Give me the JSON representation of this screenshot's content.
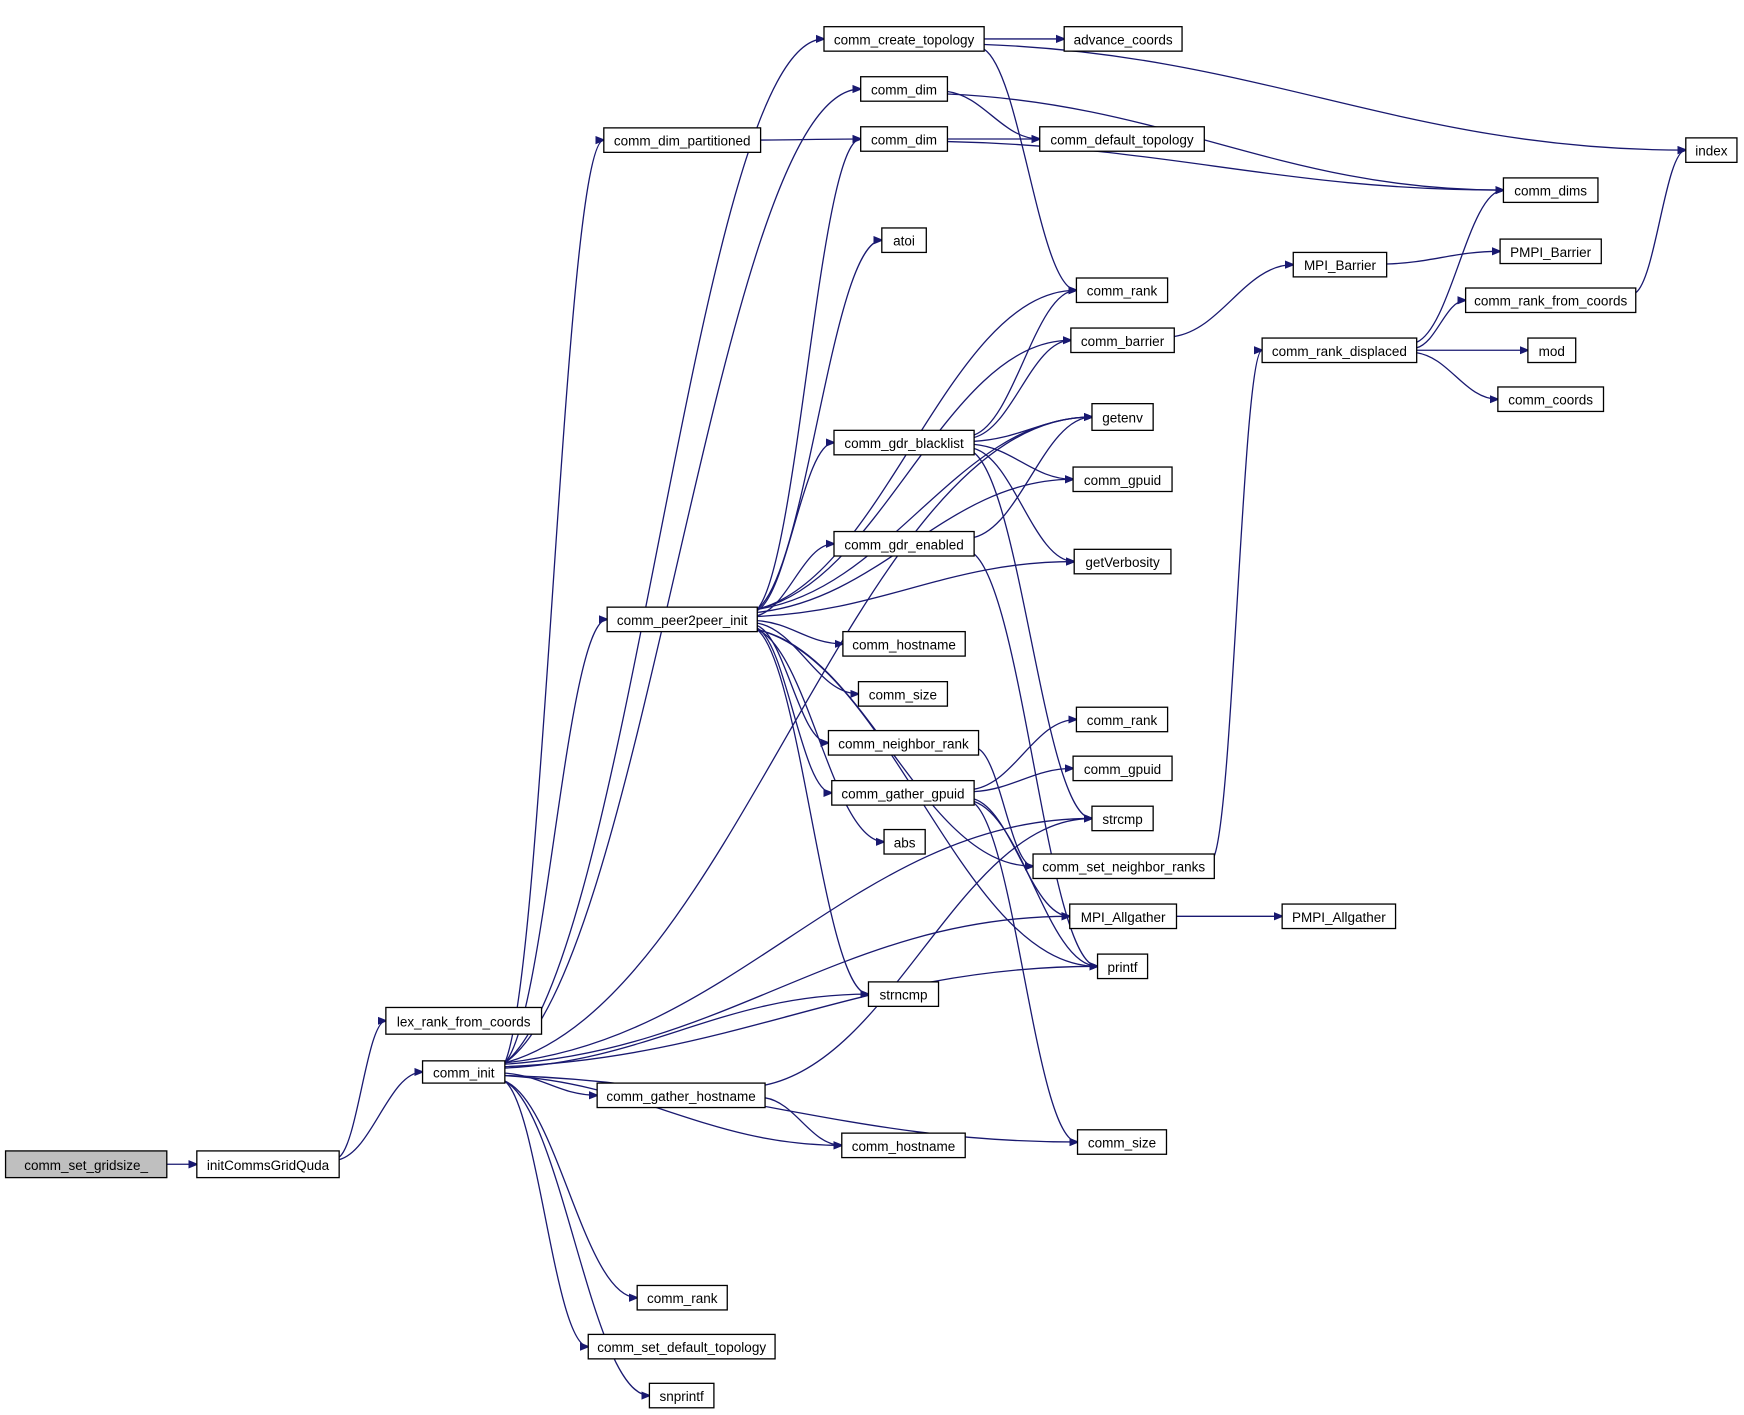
{
  "diagram": {
    "type": "call-graph",
    "root": "comm_set_gridsize_",
    "colors": {
      "edge": "#191970",
      "root_fill": "#bfbfbf",
      "node_fill": "#ffffff",
      "border": "#000000"
    },
    "nodes": [
      {
        "id": "n0",
        "label": "comm_set_gridsize_"
      },
      {
        "id": "n1",
        "label": "initCommsGridQuda"
      },
      {
        "id": "n2",
        "label": "lex_rank_from_coords"
      },
      {
        "id": "n3",
        "label": "comm_init"
      },
      {
        "id": "n4",
        "label": "comm_create_topology"
      },
      {
        "id": "n5",
        "label": "advance_coords"
      },
      {
        "id": "n6",
        "label": "index"
      },
      {
        "id": "n7",
        "label": "comm_dim"
      },
      {
        "id": "n8",
        "label": "comm_dim_partitioned"
      },
      {
        "id": "n9",
        "label": "comm_dim"
      },
      {
        "id": "n10",
        "label": "comm_default_topology"
      },
      {
        "id": "n11",
        "label": "comm_dims"
      },
      {
        "id": "n12",
        "label": "atoi"
      },
      {
        "id": "n13",
        "label": "comm_rank"
      },
      {
        "id": "n14",
        "label": "comm_barrier"
      },
      {
        "id": "n15",
        "label": "MPI_Barrier"
      },
      {
        "id": "n16",
        "label": "PMPI_Barrier"
      },
      {
        "id": "n17",
        "label": "comm_rank_from_coords"
      },
      {
        "id": "n18",
        "label": "comm_rank_displaced"
      },
      {
        "id": "n19",
        "label": "mod"
      },
      {
        "id": "n20",
        "label": "comm_coords"
      },
      {
        "id": "n21",
        "label": "getenv"
      },
      {
        "id": "n22",
        "label": "comm_gdr_blacklist"
      },
      {
        "id": "n23",
        "label": "comm_gpuid"
      },
      {
        "id": "n24",
        "label": "comm_gdr_enabled"
      },
      {
        "id": "n25",
        "label": "getVerbosity"
      },
      {
        "id": "n26",
        "label": "comm_peer2peer_init"
      },
      {
        "id": "n27",
        "label": "comm_hostname"
      },
      {
        "id": "n28",
        "label": "comm_size"
      },
      {
        "id": "n29",
        "label": "comm_neighbor_rank"
      },
      {
        "id": "n30",
        "label": "comm_rank"
      },
      {
        "id": "n31",
        "label": "comm_gather_gpuid"
      },
      {
        "id": "n32",
        "label": "comm_gpuid"
      },
      {
        "id": "n33",
        "label": "strcmp"
      },
      {
        "id": "n34",
        "label": "abs"
      },
      {
        "id": "n35",
        "label": "comm_set_neighbor_ranks"
      },
      {
        "id": "n36",
        "label": "MPI_Allgather"
      },
      {
        "id": "n37",
        "label": "PMPI_Allgather"
      },
      {
        "id": "n38",
        "label": "printf"
      },
      {
        "id": "n39",
        "label": "strncmp"
      },
      {
        "id": "n40",
        "label": "comm_gather_hostname"
      },
      {
        "id": "n41",
        "label": "comm_hostname"
      },
      {
        "id": "n42",
        "label": "comm_size"
      },
      {
        "id": "n43",
        "label": "comm_rank"
      },
      {
        "id": "n44",
        "label": "comm_set_default_topology"
      },
      {
        "id": "n45",
        "label": "snprintf"
      }
    ],
    "edges": [
      [
        "n0",
        "n1"
      ],
      [
        "n1",
        "n2"
      ],
      [
        "n1",
        "n3"
      ],
      [
        "n3",
        "n4"
      ],
      [
        "n3",
        "n7"
      ],
      [
        "n3",
        "n8"
      ],
      [
        "n3",
        "n21"
      ],
      [
        "n3",
        "n26"
      ],
      [
        "n3",
        "n39"
      ],
      [
        "n3",
        "n33"
      ],
      [
        "n3",
        "n40"
      ],
      [
        "n3",
        "n41"
      ],
      [
        "n3",
        "n38"
      ],
      [
        "n3",
        "n42"
      ],
      [
        "n3",
        "n43"
      ],
      [
        "n3",
        "n44"
      ],
      [
        "n3",
        "n45"
      ],
      [
        "n3",
        "n36"
      ],
      [
        "n4",
        "n5"
      ],
      [
        "n4",
        "n6"
      ],
      [
        "n4",
        "n13"
      ],
      [
        "n7",
        "n10"
      ],
      [
        "n7",
        "n11"
      ],
      [
        "n8",
        "n9"
      ],
      [
        "n9",
        "n10"
      ],
      [
        "n9",
        "n11"
      ],
      [
        "n26",
        "n9"
      ],
      [
        "n26",
        "n12"
      ],
      [
        "n26",
        "n13"
      ],
      [
        "n26",
        "n14"
      ],
      [
        "n26",
        "n21"
      ],
      [
        "n26",
        "n22"
      ],
      [
        "n26",
        "n23"
      ],
      [
        "n26",
        "n24"
      ],
      [
        "n26",
        "n25"
      ],
      [
        "n26",
        "n27"
      ],
      [
        "n26",
        "n28"
      ],
      [
        "n26",
        "n29"
      ],
      [
        "n26",
        "n31"
      ],
      [
        "n26",
        "n34"
      ],
      [
        "n26",
        "n35"
      ],
      [
        "n26",
        "n38"
      ],
      [
        "n26",
        "n39"
      ],
      [
        "n14",
        "n15"
      ],
      [
        "n15",
        "n16"
      ],
      [
        "n18",
        "n11"
      ],
      [
        "n18",
        "n17"
      ],
      [
        "n18",
        "n19"
      ],
      [
        "n18",
        "n20"
      ],
      [
        "n17",
        "n6"
      ],
      [
        "n22",
        "n13"
      ],
      [
        "n22",
        "n14"
      ],
      [
        "n22",
        "n21"
      ],
      [
        "n22",
        "n23"
      ],
      [
        "n22",
        "n25"
      ],
      [
        "n22",
        "n33"
      ],
      [
        "n24",
        "n21"
      ],
      [
        "n24",
        "n38"
      ],
      [
        "n29",
        "n35"
      ],
      [
        "n35",
        "n18"
      ],
      [
        "n31",
        "n30"
      ],
      [
        "n31",
        "n32"
      ],
      [
        "n31",
        "n36"
      ],
      [
        "n31",
        "n38"
      ],
      [
        "n31",
        "n42"
      ],
      [
        "n36",
        "n37"
      ],
      [
        "n40",
        "n41"
      ],
      [
        "n40",
        "n33"
      ]
    ]
  }
}
